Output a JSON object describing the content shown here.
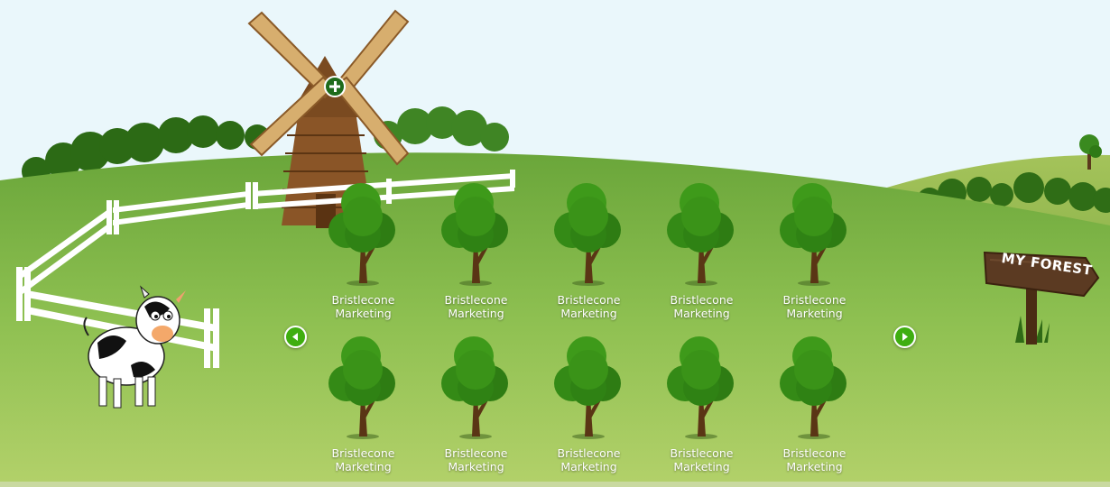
{
  "scene": {
    "sky_color": "#eaf7fb",
    "grass_color": "#8fc24e",
    "accent_color": "#3fae10"
  },
  "sign": {
    "label": "MY FOREST"
  },
  "nav": {
    "prev_icon": "left-arrow-icon",
    "next_icon": "right-arrow-icon",
    "add_icon": "plus-icon"
  },
  "trees": [
    {
      "name_line1": "Bristlecone",
      "name_line2": "Marketing"
    },
    {
      "name_line1": "Bristlecone",
      "name_line2": "Marketing"
    },
    {
      "name_line1": "Bristlecone",
      "name_line2": "Marketing"
    },
    {
      "name_line1": "Bristlecone",
      "name_line2": "Marketing"
    },
    {
      "name_line1": "Bristlecone",
      "name_line2": "Marketing"
    },
    {
      "name_line1": "Bristlecone",
      "name_line2": "Marketing"
    },
    {
      "name_line1": "Bristlecone",
      "name_line2": "Marketing"
    },
    {
      "name_line1": "Bristlecone",
      "name_line2": "Marketing"
    },
    {
      "name_line1": "Bristlecone",
      "name_line2": "Marketing"
    },
    {
      "name_line1": "Bristlecone",
      "name_line2": "Marketing"
    }
  ]
}
